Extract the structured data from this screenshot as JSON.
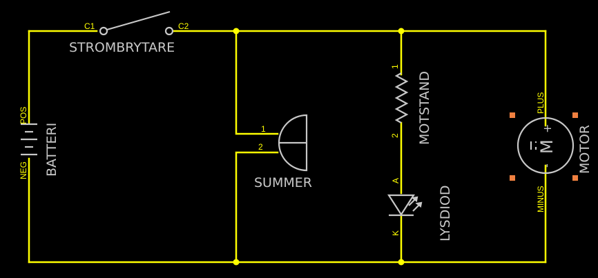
{
  "colors": {
    "background": "#000000",
    "wire": "#ffff00",
    "symbol": "#c8c8c8",
    "handle": "#f08040"
  },
  "switch": {
    "label": "STROMBRYTARE",
    "pin1": "C1",
    "pin2": "C2"
  },
  "battery": {
    "label": "BATTERI",
    "pos": "POS",
    "neg": "NEG"
  },
  "buzzer": {
    "label": "SUMMER",
    "pin1": "1",
    "pin2": "2"
  },
  "resistor": {
    "label": "MOTSTAND",
    "pin1": "1",
    "pin2": "2"
  },
  "led": {
    "label": "LYSDIOD",
    "anode": "A",
    "cathode": "K"
  },
  "motor": {
    "label": "MOTOR",
    "plus": "PLUS",
    "minus": "MINUS",
    "symbol": "M",
    "plus_sign": "+",
    "minus_sign": "-"
  }
}
